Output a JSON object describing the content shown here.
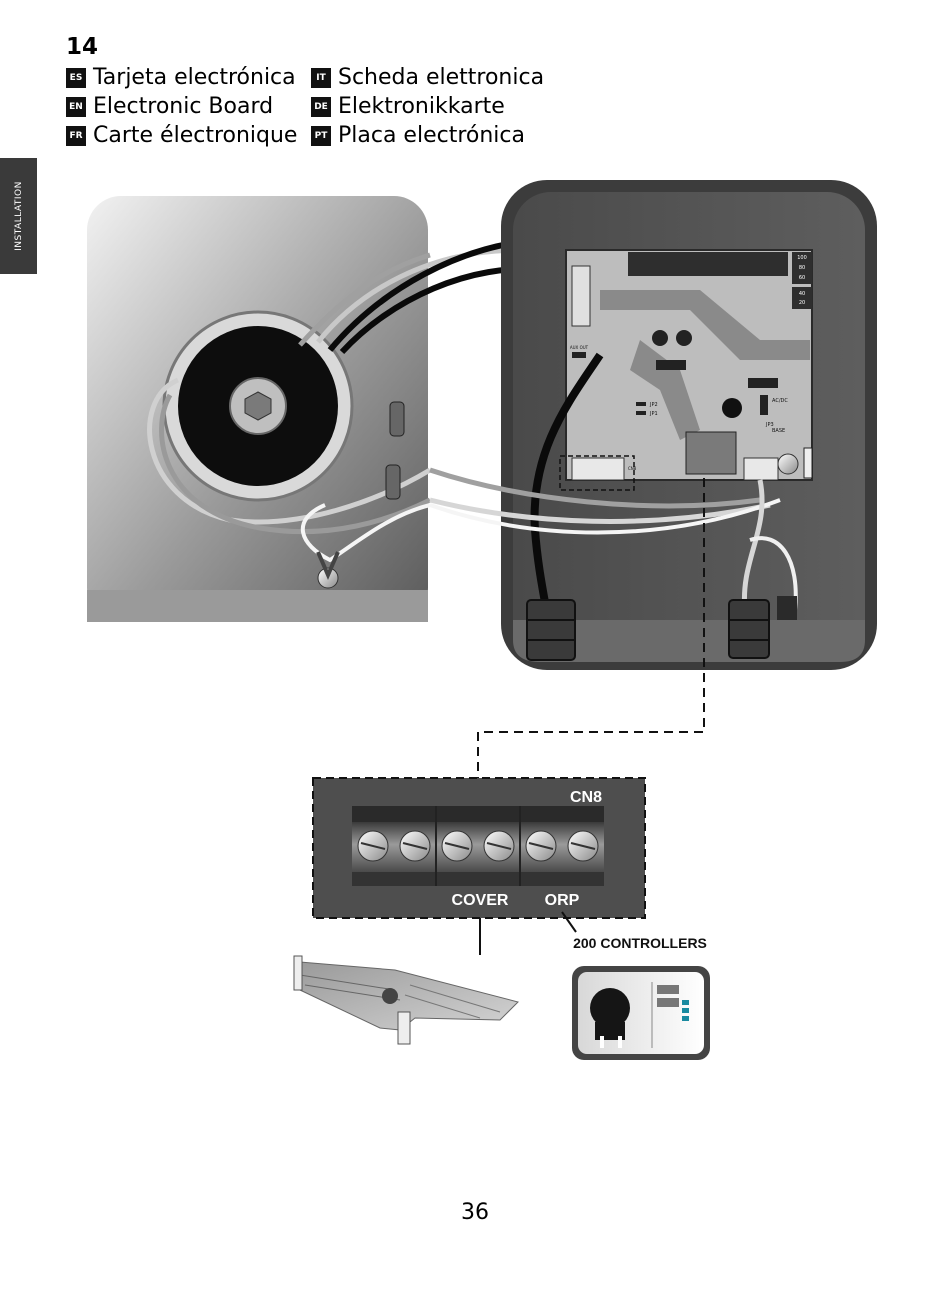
{
  "step": "14",
  "titles": [
    {
      "lang": "ES",
      "text": "Tarjeta electrónica"
    },
    {
      "lang": "IT",
      "text": "Scheda elettronica"
    },
    {
      "lang": "EN",
      "text": "Electronic Board"
    },
    {
      "lang": "DE",
      "text": "Elektronikkarte"
    },
    {
      "lang": "FR",
      "text": "Carte électronique"
    },
    {
      "lang": "PT",
      "text": "Placa electrónica"
    }
  ],
  "side_tab": "INSTALLATION",
  "board": {
    "connector_label": "CN8",
    "terminal_labels": {
      "cover": "COVER",
      "orp": "ORP"
    },
    "controllers_label": "200 CONTROLLERS",
    "pcb_labels": {
      "jp2": "JP2",
      "jp1": "JP1",
      "jp3": "JP3",
      "ac_dc": "AC/DC",
      "base": "BASE",
      "cn8_small": "CN8",
      "aux_out": "AUX OUT",
      "scale": [
        "100",
        "80",
        "60",
        "40",
        "20"
      ]
    }
  },
  "page_number": "36",
  "colors": {
    "badge": "#111111",
    "tab": "#3a3a3a",
    "enclosure": "#555555",
    "board": "#bdbdbd"
  }
}
